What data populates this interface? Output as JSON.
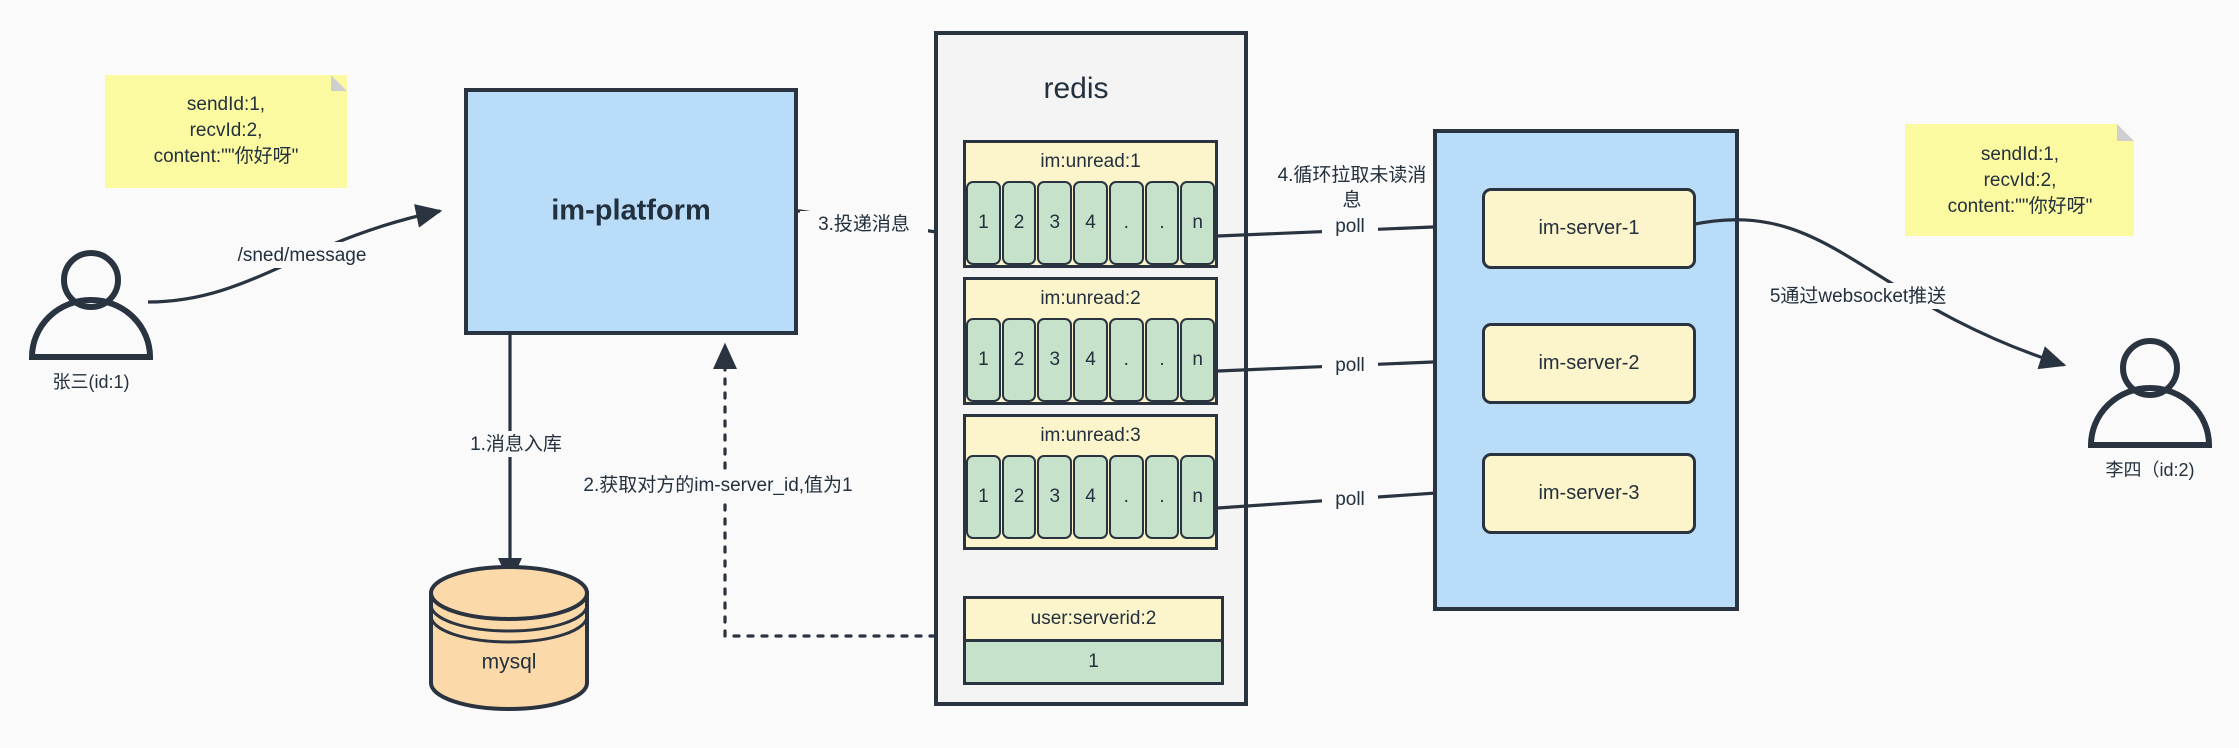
{
  "diagram": {
    "title": "im-platform message flow",
    "colors": {
      "background": "#fafafa",
      "stroke": "#2a3340",
      "blue_fill": "#b9dcf8",
      "yellow_fill": "#fcf5cc",
      "note_fill": "#fbfaa0",
      "green_fill": "#c6e2cb",
      "orange_fill": "#fbd9a9",
      "container_fill": "#f4f4f4",
      "text": "#23303d"
    }
  },
  "actors": {
    "sender": {
      "label": "张三(id:1)",
      "icon": "user-icon"
    },
    "receiver": {
      "label": "李四（id:2)",
      "icon": "user-icon"
    }
  },
  "notes": {
    "left": {
      "lines": [
        "sendId:1,",
        "recvId:2,",
        "content:\"\"你好呀\""
      ]
    },
    "right": {
      "lines": [
        "sendId:1,",
        "recvId:2,",
        "content:\"\"你好呀\""
      ]
    }
  },
  "platform": {
    "label": "im-platform"
  },
  "database": {
    "label": "mysql"
  },
  "redis": {
    "title": "redis",
    "queues": [
      {
        "key": "im:unread:1",
        "cells": [
          "1",
          "2",
          "3",
          "4",
          ".",
          ".",
          "n"
        ]
      },
      {
        "key": "im:unread:2",
        "cells": [
          "1",
          "2",
          "3",
          "4",
          ".",
          ".",
          "n"
        ]
      },
      {
        "key": "im:unread:3",
        "cells": [
          "1",
          "2",
          "3",
          "4",
          ".",
          ".",
          "n"
        ]
      }
    ],
    "map": {
      "key": "user:serverid:2",
      "value": "1"
    }
  },
  "servers": {
    "items": [
      {
        "label": "im-server-1"
      },
      {
        "label": "im-server-2"
      },
      {
        "label": "im-server-3"
      }
    ]
  },
  "edges": {
    "send_message": "/sned/message",
    "store_message": "1.消息入库",
    "get_server_id": "2.获取对方的im-server_id,值为1",
    "deliver_message": "3.投递消息",
    "pull_unread_line1": "4.循环拉取未读消",
    "pull_unread_line2": "息",
    "poll_1": "poll",
    "poll_2": "poll",
    "poll_3": "poll",
    "websocket_push": "5通过websocket推送"
  }
}
